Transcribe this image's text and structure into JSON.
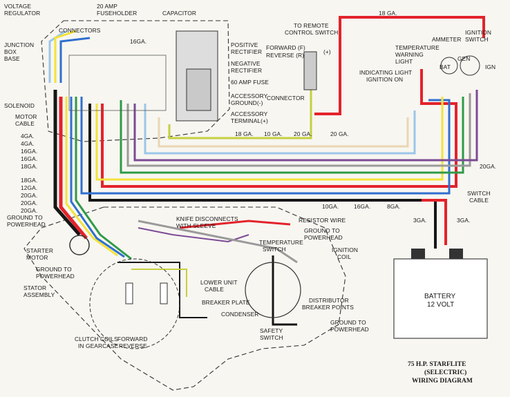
{
  "labels": {
    "voltage_regulator": [
      "VOLTAGE",
      "REGULATOR"
    ],
    "fuseholder": [
      "20 AMP",
      "FUSEHOLDER"
    ],
    "capacitor": "CAPACITOR",
    "connectors": "CONNECTORS",
    "ga16_top": "16GA.",
    "junction_box": [
      "JUNCTION",
      "BOX",
      "BASE"
    ],
    "positive_rectifier": [
      "POSITIVE",
      "RECTIFIER"
    ],
    "negative_rectifier": [
      "NEGATIVE",
      "RECTIFIER"
    ],
    "fuse60": "60 AMP FUSE",
    "accessory_ground": [
      "ACCESSORY",
      "GROUND(-)"
    ],
    "accessory_terminal": [
      "ACCESSORY",
      "TERMINAL(+)"
    ],
    "solenoid": "SOLENOID",
    "motor_cable": [
      "MOTOR",
      "CABLE"
    ],
    "remote_switch": [
      "TO REMOTE",
      "CONTROL SWITCH"
    ],
    "forward": "FORWARD (F)",
    "reverse": "REVERSE (R)",
    "plus": "(+)",
    "connector": "CONNECTOR",
    "ga18_top": "18 GA.",
    "temp_light": [
      "TEMPERATURE",
      "WARNING",
      "LIGHT"
    ],
    "ammeter": "AMMETER",
    "ignition_switch": [
      "IGNITION",
      "SWITCH"
    ],
    "bat": "BAT",
    "gen": "GEN",
    "ign": "IGN",
    "indicating_light": [
      "INDICATING LIGHT",
      "IGNITION ON"
    ],
    "harness_top": [
      "18 GA.",
      "10 GA.",
      "20 GA.",
      "20 GA."
    ],
    "ga20_right": "20GA.",
    "harness_left": [
      "4GA.",
      "4GA.",
      "16GA.",
      "16GA.",
      "18GA.",
      "18GA.",
      "12GA.",
      "20GA.",
      "20GA.",
      "20GA."
    ],
    "harness_bottom": [
      "10GA.",
      "16GA.",
      "8GA."
    ],
    "switch_cable": [
      "SWITCH",
      "CABLE"
    ],
    "ga3_left": "3GA.",
    "ga3_right": "3GA.",
    "ground_powerhead_left": [
      "GROUND TO",
      "POWERHEAD"
    ],
    "starter_motor": [
      "STARTER",
      "MOTOR"
    ],
    "ground_powerhead_mid": [
      "GROUND TO",
      "POWERHEAD"
    ],
    "stator": [
      "STATOR",
      "ASSEMBLY"
    ],
    "knife_disconnects": [
      "KNIFE DISCONNECTS",
      "WITH SLEEVE"
    ],
    "resistor_wire": "RESISTOR WIRE",
    "ground_powerhead_right": [
      "GROUND TO",
      "POWERHEAD"
    ],
    "temp_switch": [
      "TEMPERATURE",
      "SWITCH"
    ],
    "ignition_coil": [
      "IGNITION",
      "COIL"
    ],
    "lower_unit_cable": [
      "LOWER UNIT",
      "CABLE"
    ],
    "breaker_plate": "BREAKER PLATE",
    "condenser": "CONDENSER",
    "distributor": [
      "DISTRIBUTOR",
      "BREAKER  POINTS"
    ],
    "ground_powerhead_bottom": [
      "GROUND TO",
      "POWERHEAD"
    ],
    "safety_switch": [
      "SAFETY",
      "SWITCH"
    ],
    "clutch_coils": [
      "CLUTCH COILS",
      "IN GEARCASE"
    ],
    "forward_rev": [
      "FORWARD",
      "REVERSE"
    ],
    "battery": [
      "BATTERY",
      "12  VOLT"
    ],
    "title": [
      "75 H.P. STARFLITE",
      "(SELECTRIC)",
      "WIRING DIAGRAM"
    ]
  },
  "colors": {
    "red": "#e3232b",
    "black": "#161616",
    "yellow": "#f3e33a",
    "yellow_green": "#c6cf3f",
    "blue": "#2f6fd0",
    "light_blue": "#9cc6e8",
    "green": "#2f9a46",
    "purple": "#7c4a95",
    "gray": "#9a9a9a",
    "tan": "#e9d7b2",
    "paper": "#f7f6f1"
  }
}
